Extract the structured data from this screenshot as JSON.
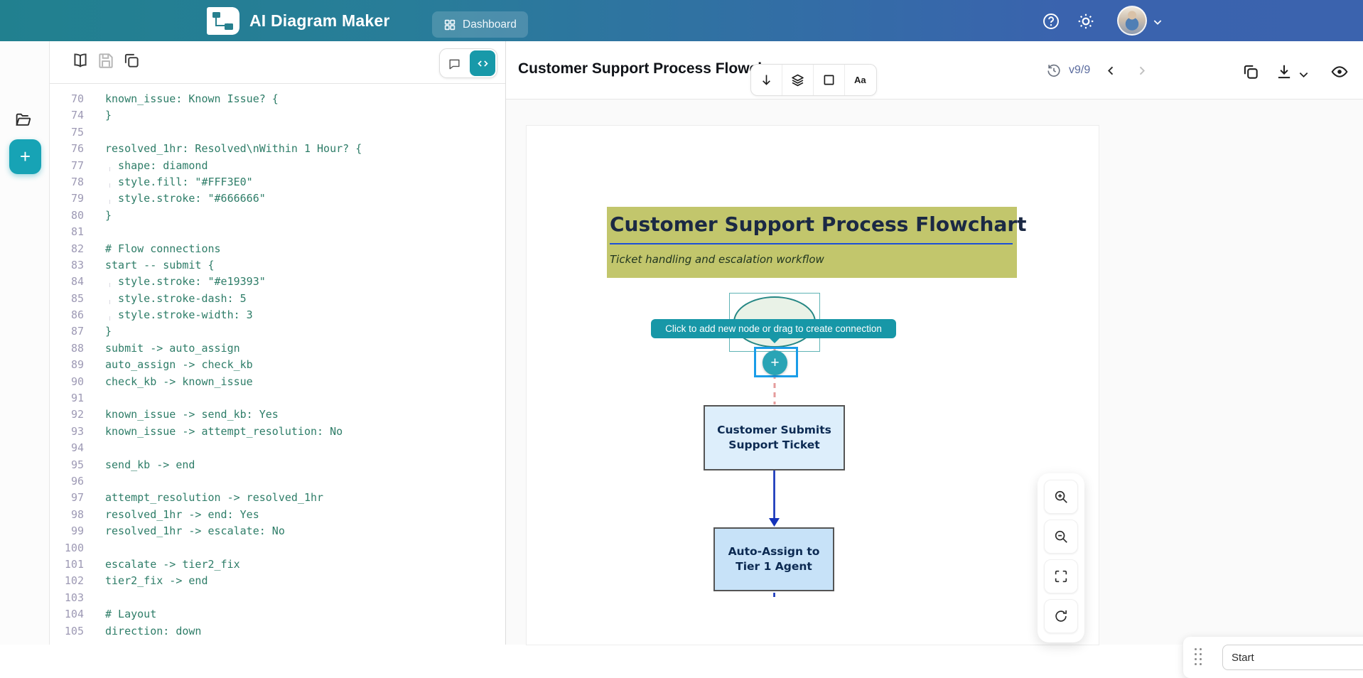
{
  "header": {
    "app_title": "AI Diagram Maker",
    "dashboard_label": "Dashboard"
  },
  "code_panel": {
    "lines": [
      {
        "n": 70,
        "t": "known_issue: Known Issue? {",
        "g": false
      },
      {
        "n": 74,
        "t": "}",
        "g": false
      },
      {
        "n": 75,
        "t": "",
        "g": false
      },
      {
        "n": 76,
        "t": "resolved_1hr: Resolved\\nWithin 1 Hour? {",
        "g": false
      },
      {
        "n": 77,
        "t": "shape: diamond",
        "g": true
      },
      {
        "n": 78,
        "t": "style.fill: \"#FFF3E0\"",
        "g": true
      },
      {
        "n": 79,
        "t": "style.stroke: \"#666666\"",
        "g": true
      },
      {
        "n": 80,
        "t": "}",
        "g": false
      },
      {
        "n": 81,
        "t": "",
        "g": false
      },
      {
        "n": 82,
        "t": "# Flow connections",
        "g": false
      },
      {
        "n": 83,
        "t": "start -- submit {",
        "g": false
      },
      {
        "n": 84,
        "t": "style.stroke: \"#e19393\"",
        "g": true
      },
      {
        "n": 85,
        "t": "style.stroke-dash: 5",
        "g": true
      },
      {
        "n": 86,
        "t": "style.stroke-width: 3",
        "g": true
      },
      {
        "n": 87,
        "t": "}",
        "g": false
      },
      {
        "n": 88,
        "t": "submit -> auto_assign",
        "g": false
      },
      {
        "n": 89,
        "t": "auto_assign -> check_kb",
        "g": false
      },
      {
        "n": 90,
        "t": "check_kb -> known_issue",
        "g": false
      },
      {
        "n": 91,
        "t": "",
        "g": false
      },
      {
        "n": 92,
        "t": "known_issue -> send_kb: Yes",
        "g": false
      },
      {
        "n": 93,
        "t": "known_issue -> attempt_resolution: No",
        "g": false
      },
      {
        "n": 94,
        "t": "",
        "g": false
      },
      {
        "n": 95,
        "t": "send_kb -> end",
        "g": false
      },
      {
        "n": 96,
        "t": "",
        "g": false
      },
      {
        "n": 97,
        "t": "attempt_resolution -> resolved_1hr",
        "g": false
      },
      {
        "n": 98,
        "t": "resolved_1hr -> end: Yes",
        "g": false
      },
      {
        "n": 99,
        "t": "resolved_1hr -> escalate: No",
        "g": false
      },
      {
        "n": 100,
        "t": "",
        "g": false
      },
      {
        "n": 101,
        "t": "escalate -> tier2_fix",
        "g": false
      },
      {
        "n": 102,
        "t": "tier2_fix -> end",
        "g": false
      },
      {
        "n": 103,
        "t": "",
        "g": false
      },
      {
        "n": 104,
        "t": "# Layout",
        "g": false
      },
      {
        "n": 105,
        "t": "direction: down",
        "g": false
      }
    ]
  },
  "right_panel": {
    "title": "Customer Support Process Flowch...",
    "version": "v9/9"
  },
  "canvas": {
    "banner_title": "Customer Support Process Flowchart",
    "banner_subtitle": "Ticket handling and escalation workflow",
    "tooltip": "Click to add new node or drag to create connection",
    "plus_label": "+",
    "node_submit": "Customer Submits\nSupport Ticket",
    "node_auto": "Auto-Assign to\nTier 1 Agent"
  },
  "bottom_toolbar": {
    "node_name_value": "Start"
  },
  "colors": {
    "header_teal": "#21808f",
    "header_blue": "#3b63ae",
    "accent_teal": "#1899a9",
    "code_text": "#2e7d68",
    "line_numbers": "#9d99b4",
    "banner_bg": "#c2c66c",
    "banner_underline": "#1d4fd7",
    "edge_pink": "#e19393",
    "edge_blue": "#1433b9",
    "node_fill_light": "#ddeefb",
    "node_fill_dark": "#c7e2f8",
    "selection_blue": "#1a9de8",
    "node_select_teal": "#5fb3b5",
    "danger_red": "#e5484d"
  }
}
